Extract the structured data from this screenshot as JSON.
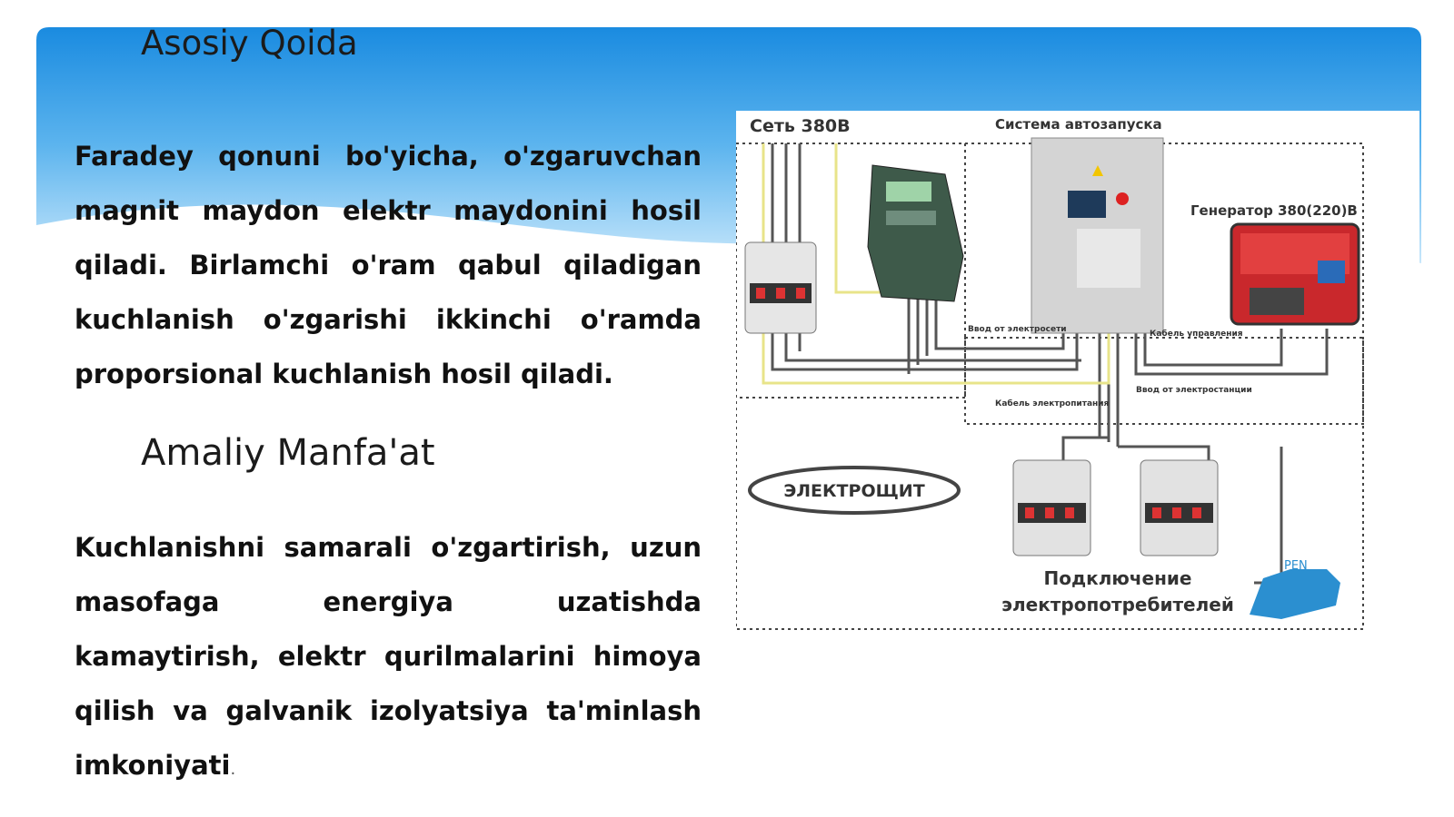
{
  "section1": {
    "heading": "Asosiy Qoida",
    "body": "Faradey qonuni bo'yicha, o'zgaruvchan magnit maydon elektr maydonini hosil qiladi. Birlamchi o'ram qabul qiladigan kuchlanish o'zgarishi ikkinchi o'ramda proporsional kuchlanish hosil qiladi."
  },
  "section2": {
    "heading": "Amaliy Manfa'at",
    "body": "Kuchlanishni samarali o'zgartirish, uzun masofaga energiya uzatishda kamaytirish, elektr qurilmalarini himoya qilish va galvanik izolyatsiya ta'minlash imkoniyati",
    "end_mark": "."
  },
  "diagram": {
    "label_network": "Сеть 380В",
    "label_autostart": "Система автозапуска",
    "label_generator": "Генератор 380(220)В",
    "label_input_grid": "Ввод от электросети",
    "label_control_cable": "Кабель управления",
    "label_input_generator": "Ввод от электростанции",
    "label_power_cable": "Кабель электропитания",
    "label_panel": "ЭЛЕКТРОЩИТ",
    "label_consumers_1": "Подключение",
    "label_consumers_2": "электропотребителей",
    "label_pen": "PEN"
  },
  "colors": {
    "header_blue": "#1a8de0",
    "header_light": "#bfe3fa",
    "text": "#111111"
  }
}
